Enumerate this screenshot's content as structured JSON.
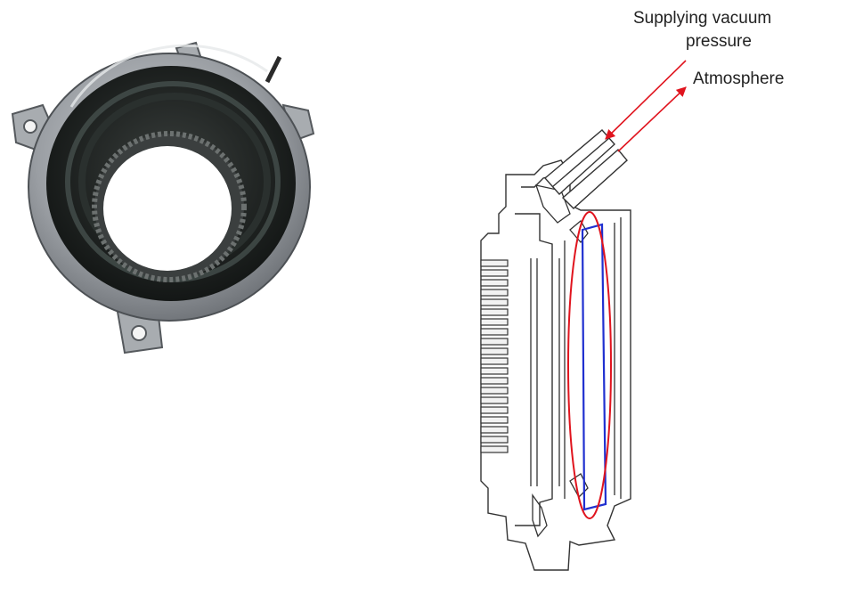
{
  "labels": {
    "vacuum_line1": "Supplying vacuum",
    "vacuum_line2": "pressure",
    "atmosphere": "Atmosphere"
  },
  "colors": {
    "arrow": "#e0141e",
    "highlight_ellipse": "#e0141e",
    "highlight_rect": "#2030d0",
    "line_art": "#333333",
    "photo_metal": "#9a9ea3",
    "photo_rubber": "#1a1d1d"
  },
  "icons": {
    "photo": "hub-actuator-photo",
    "diagram": "actuator-cross-section"
  }
}
